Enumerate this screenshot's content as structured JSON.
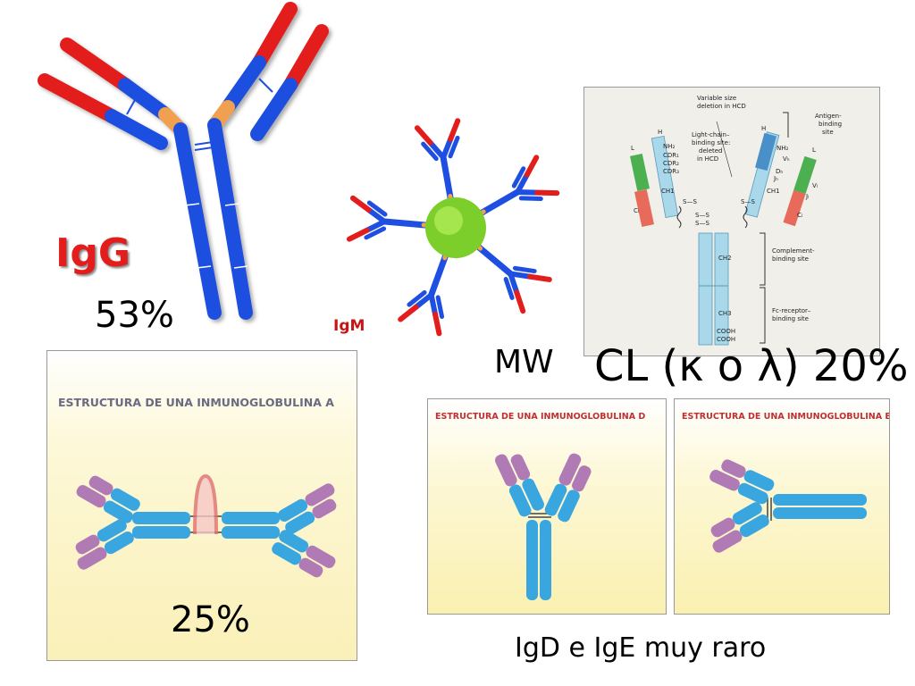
{
  "igg": {
    "label": "IgG",
    "percent": "53%"
  },
  "igm": {
    "label": "IgM"
  },
  "mw": "MW",
  "light_chain_text": "CL (κ o λ) 20%",
  "hcd_figure": {
    "variable_size": "Variable size",
    "deletion_hcd": "deletion in HCD",
    "light_chain": "Light-chain–",
    "binding_site": "binding site:",
    "deleted": "deleted",
    "in_hcd": "in HCD",
    "antigen": "Antigen-",
    "binding": "binding",
    "site": "site",
    "complement": "Complement-",
    "complement_site": "binding site",
    "fc_receptor": "Fc-receptor–",
    "fc_site": "binding site",
    "H_left": "H",
    "H_right": "H",
    "L_left": "L",
    "L_right": "L",
    "nh2_left": "NH₂",
    "nh2_right": "NH₂",
    "cdr1": "CDR₁",
    "cdr2": "CDR₂",
    "cdr3": "CDR₃",
    "ch1_left": "CH1",
    "ch1_right": "CH1",
    "cl_left": "Cₗ",
    "cl_right": "Cₗ",
    "vh": "Vₕ",
    "vl": "Vₗ",
    "dh": "Dₕ",
    "jh": "Jₕ",
    "jl": "Jₗ",
    "ss1": "S—S",
    "ss2": "S—S",
    "ss3": "S—S",
    "ss4": "S—S",
    "ch2": "CH2",
    "ch3": "CH3",
    "cooh1": "COOH",
    "cooh2": "COOH"
  },
  "iga_panel": {
    "title": "ESTRUCTURA DE UNA INMUNOGLOBULINA A",
    "percent": "25%"
  },
  "igd_panel": {
    "title": "ESTRUCTURA DE UNA INMUNOGLOBULINA D"
  },
  "ige_panel": {
    "title": "ESTRUCTURA DE UNA INMUNOGLOBULINA E"
  },
  "rare_text": "IgD e IgE muy raro",
  "colors": {
    "heavy_chain": "#1f4fe0",
    "light_variable": "#e31c1c",
    "hinge": "#f0a050",
    "igm_core": "#7ccf2a",
    "panel_bg": "#fdf8d8",
    "panel_cyan": "#3aa6e0",
    "panel_purple": "#b07ab5"
  }
}
